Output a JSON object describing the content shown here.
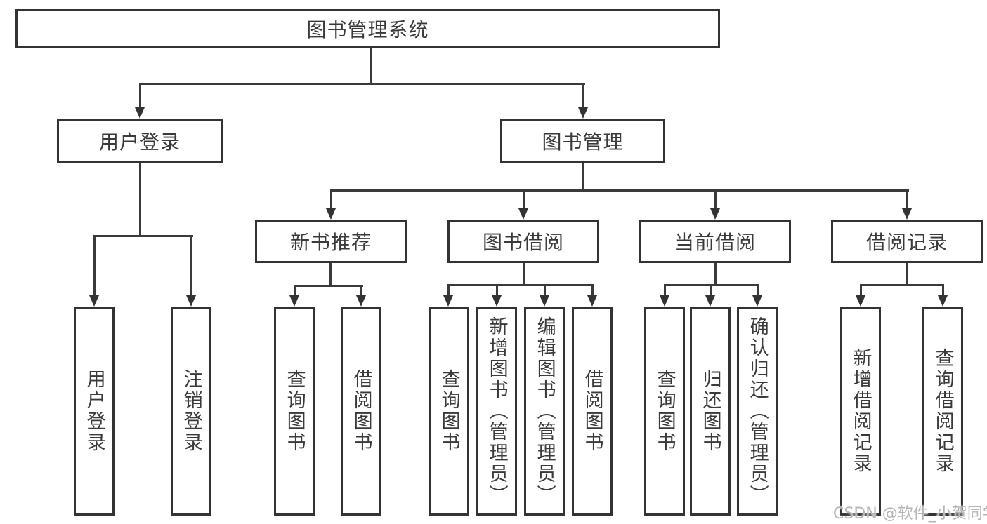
{
  "tree": {
    "root": {
      "label": "图书管理系统"
    },
    "branches": [
      {
        "label": "用户登录",
        "leaves": [
          "用户登录",
          "注销登录"
        ]
      },
      {
        "label": "图书管理",
        "groups": [
          {
            "label": "新书推荐",
            "leaves": [
              "查询图书",
              "借阅图书"
            ]
          },
          {
            "label": "图书借阅",
            "leaves": [
              "查询图书",
              "新增图书（管理员）",
              "编辑图书（管理员）",
              "借阅图书"
            ]
          },
          {
            "label": "当前借阅",
            "leaves": [
              "查询图书",
              "归还图书",
              "确认归还（管理员）"
            ]
          },
          {
            "label": "借阅记录",
            "leaves": [
              "新增借阅记录",
              "查询借阅记录"
            ]
          }
        ]
      }
    ]
  },
  "watermark": "CSDN @软件_小贺同学",
  "colors": {
    "line": "#333333",
    "text": "#3a3a3a",
    "box_background": "#ffffff",
    "watermark": "#b5b5b5",
    "background": "#ffffff"
  }
}
